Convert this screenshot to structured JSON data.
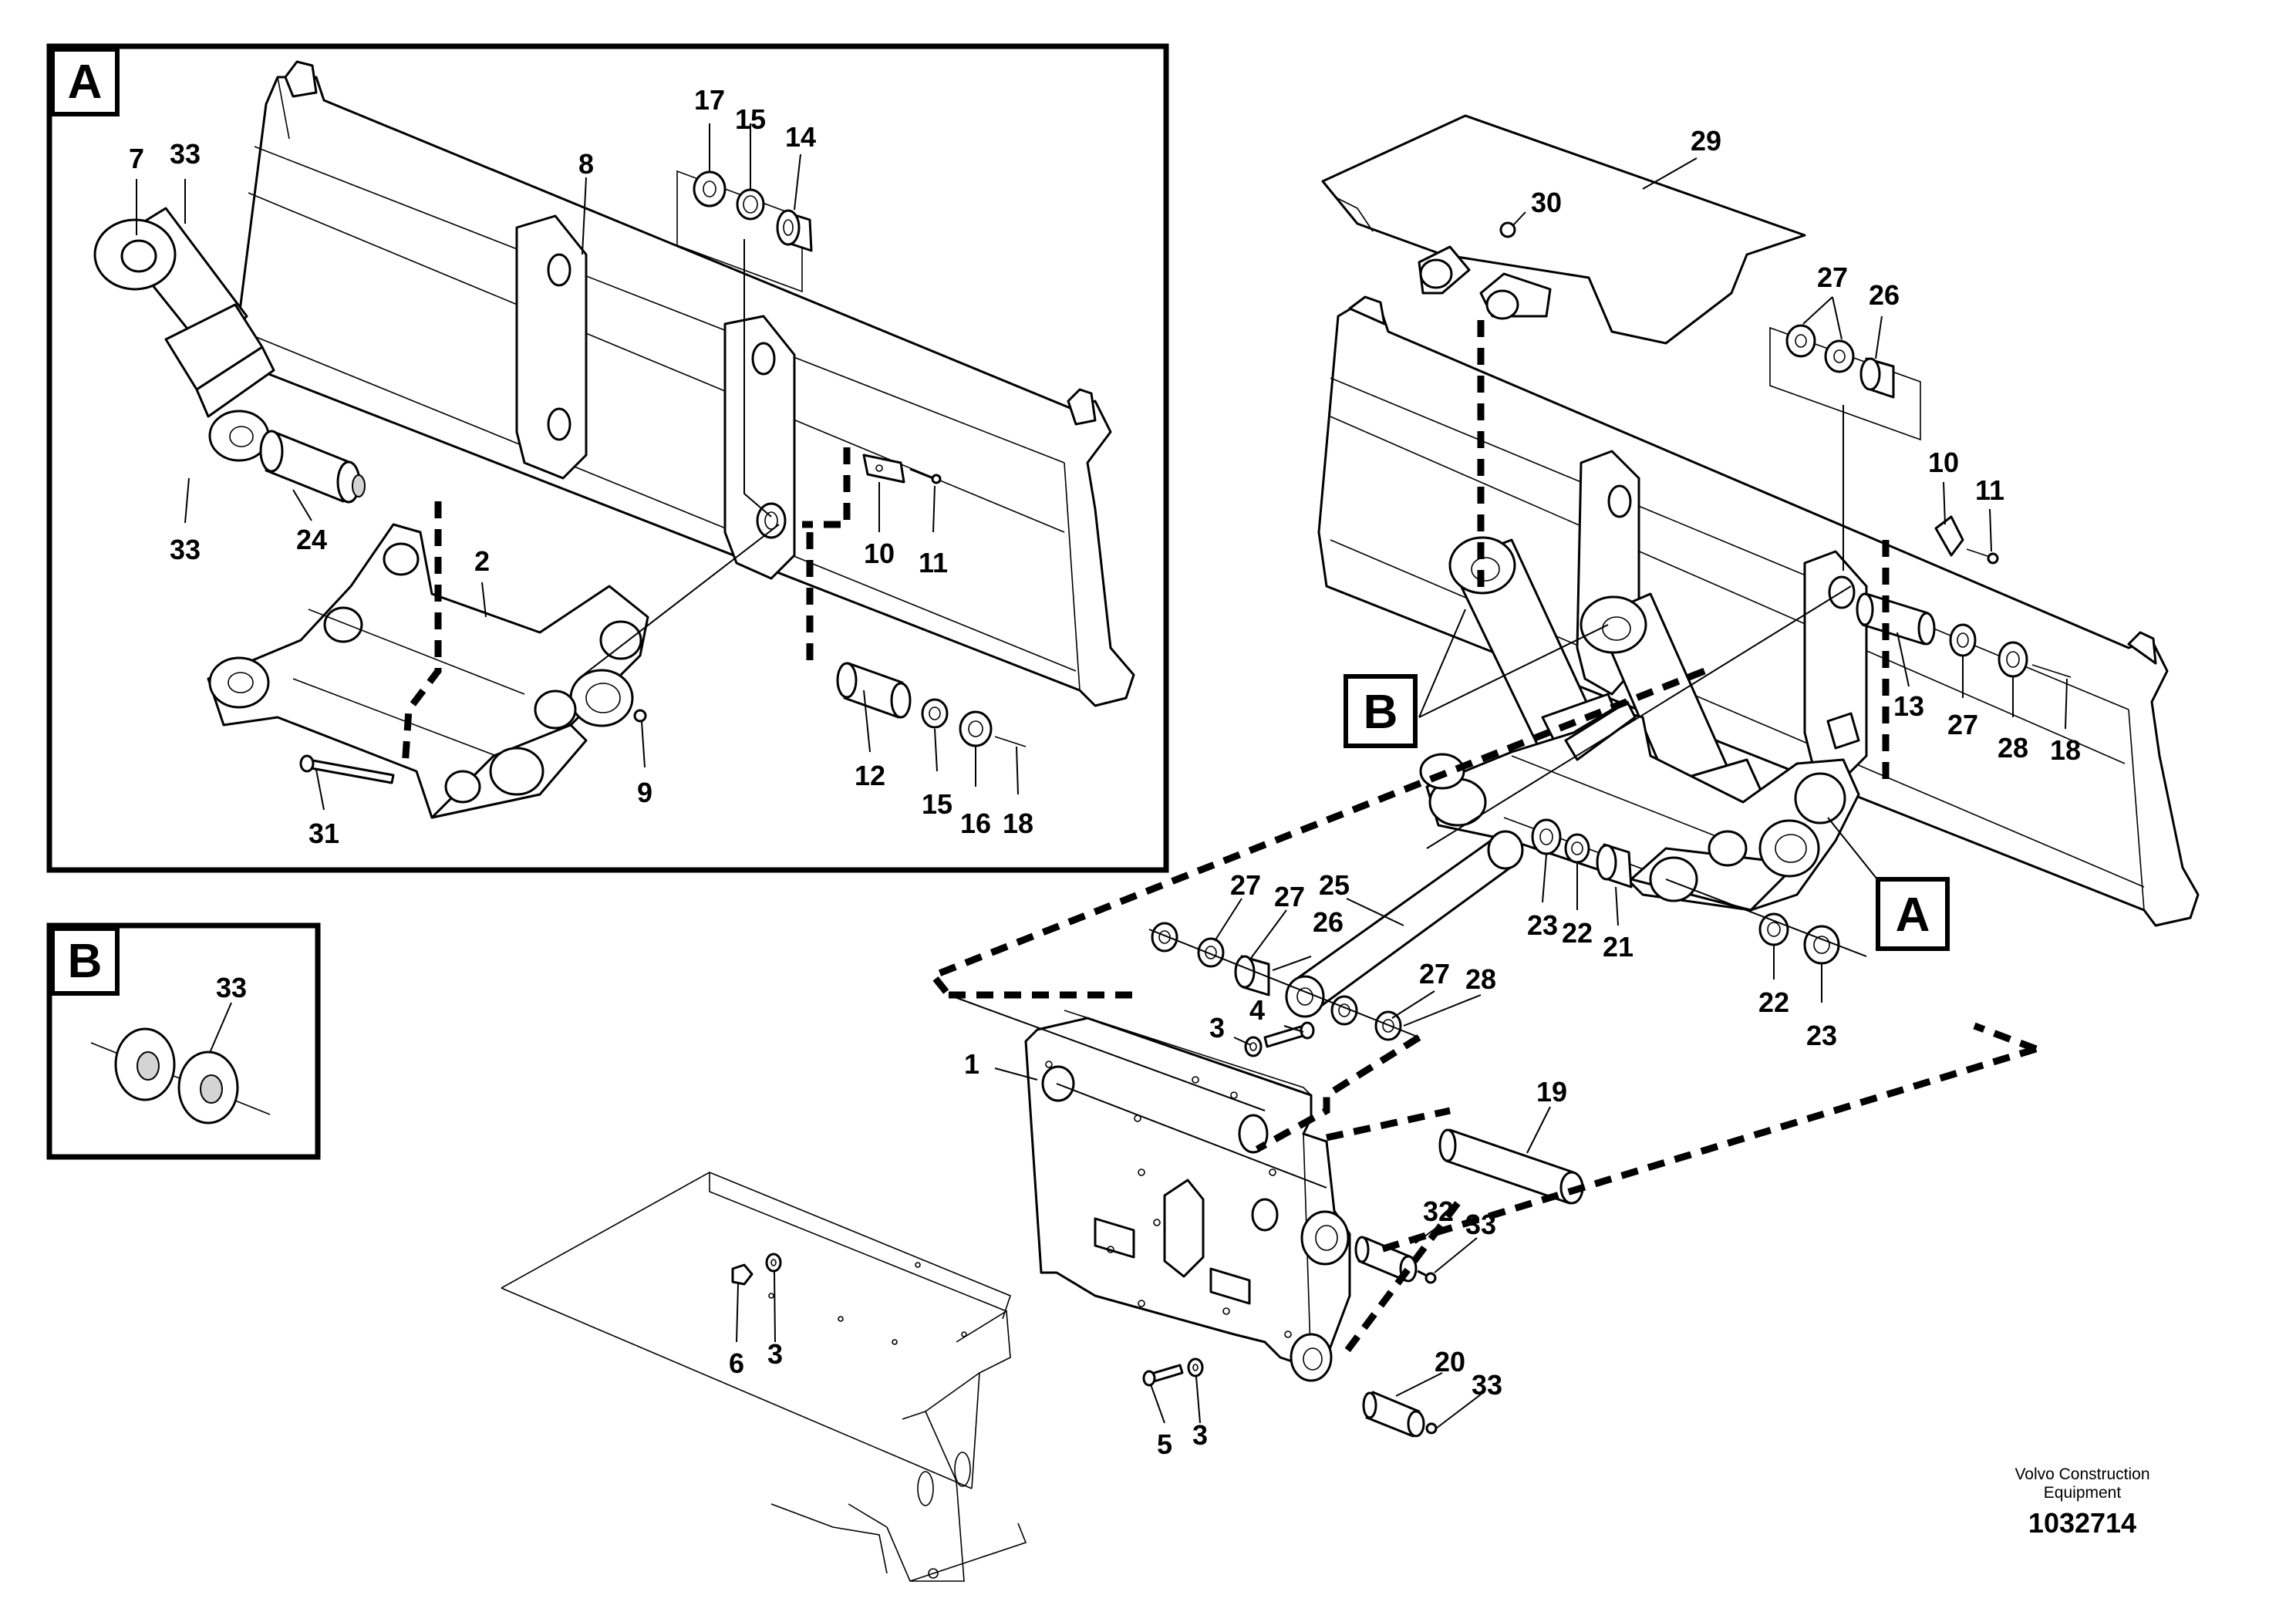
{
  "insets": {
    "a": {
      "label": "A"
    },
    "b": {
      "label": "B"
    }
  },
  "callouts": {
    "main": {
      "b": "B",
      "a": "A"
    }
  },
  "labels": {
    "a": [
      "7",
      "33",
      "33",
      "24",
      "2",
      "8",
      "17",
      "15",
      "14",
      "10",
      "11",
      "12",
      "15",
      "16",
      "18",
      "9",
      "31"
    ],
    "b": [
      "33"
    ],
    "main": [
      "29",
      "30",
      "27",
      "26",
      "10",
      "11",
      "13",
      "27",
      "28",
      "18",
      "25",
      "27",
      "27",
      "26",
      "27",
      "28",
      "23",
      "22",
      "21",
      "22",
      "23",
      "3",
      "4",
      "1",
      "19",
      "32",
      "33",
      "6",
      "3",
      "5",
      "3",
      "20",
      "33"
    ]
  },
  "footer": {
    "manufacturer_line1": "Volvo Construction",
    "manufacturer_line2": "Equipment",
    "doc_number": "1032714"
  }
}
